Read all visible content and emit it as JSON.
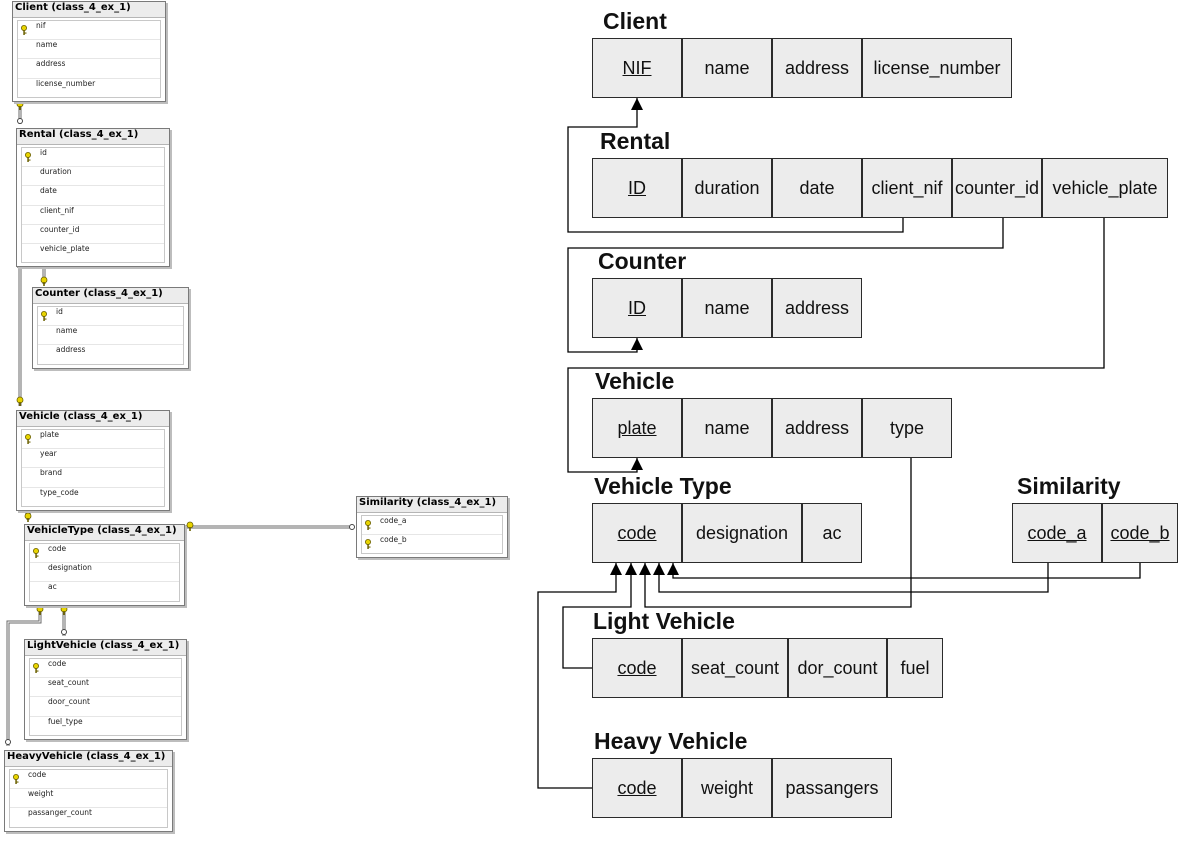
{
  "ssms_tables": [
    {
      "title": "Client (class_4_ex_1)",
      "columns": [
        {
          "name": "nif",
          "key": true
        },
        {
          "name": "name",
          "key": false
        },
        {
          "name": "address",
          "key": false
        },
        {
          "name": "license_number",
          "key": false
        }
      ]
    },
    {
      "title": "Rental (class_4_ex_1)",
      "columns": [
        {
          "name": "id",
          "key": true
        },
        {
          "name": "duration",
          "key": false
        },
        {
          "name": "date",
          "key": false
        },
        {
          "name": "client_nif",
          "key": false
        },
        {
          "name": "counter_id",
          "key": false
        },
        {
          "name": "vehicle_plate",
          "key": false
        }
      ]
    },
    {
      "title": "Counter (class_4_ex_1)",
      "columns": [
        {
          "name": "id",
          "key": true
        },
        {
          "name": "name",
          "key": false
        },
        {
          "name": "address",
          "key": false
        }
      ]
    },
    {
      "title": "Vehicle (class_4_ex_1)",
      "columns": [
        {
          "name": "plate",
          "key": true
        },
        {
          "name": "year",
          "key": false
        },
        {
          "name": "brand",
          "key": false
        },
        {
          "name": "type_code",
          "key": false
        }
      ]
    },
    {
      "title": "VehicleType (class_4_ex_1)",
      "columns": [
        {
          "name": "code",
          "key": true
        },
        {
          "name": "designation",
          "key": false
        },
        {
          "name": "ac",
          "key": false
        }
      ]
    },
    {
      "title": "Similarity (class_4_ex_1)",
      "columns": [
        {
          "name": "code_a",
          "key": true
        },
        {
          "name": "code_b",
          "key": true
        }
      ]
    },
    {
      "title": "LightVehicle (class_4_ex_1)",
      "columns": [
        {
          "name": "code",
          "key": true
        },
        {
          "name": "seat_count",
          "key": false
        },
        {
          "name": "door_count",
          "key": false
        },
        {
          "name": "fuel_type",
          "key": false
        }
      ]
    },
    {
      "title": "HeavyVehicle (class_4_ex_1)",
      "columns": [
        {
          "name": "code",
          "key": true
        },
        {
          "name": "weight",
          "key": false
        },
        {
          "name": "passanger_count",
          "key": false
        }
      ]
    }
  ],
  "relations": [
    {
      "title": "Client",
      "attributes": [
        {
          "name": "NIF",
          "pk": true
        },
        {
          "name": "name",
          "pk": false
        },
        {
          "name": "address",
          "pk": false
        },
        {
          "name": "license_number",
          "pk": false
        }
      ]
    },
    {
      "title": "Rental",
      "attributes": [
        {
          "name": "ID",
          "pk": true
        },
        {
          "name": "duration",
          "pk": false
        },
        {
          "name": "date",
          "pk": false
        },
        {
          "name": "client_nif",
          "pk": false
        },
        {
          "name": "counter_id",
          "pk": false
        },
        {
          "name": "vehicle_plate",
          "pk": false
        }
      ]
    },
    {
      "title": "Counter",
      "attributes": [
        {
          "name": "ID",
          "pk": true
        },
        {
          "name": "name",
          "pk": false
        },
        {
          "name": "address",
          "pk": false
        }
      ]
    },
    {
      "title": "Vehicle",
      "attributes": [
        {
          "name": "plate",
          "pk": true
        },
        {
          "name": "name",
          "pk": false
        },
        {
          "name": "address",
          "pk": false
        },
        {
          "name": "type",
          "pk": false
        }
      ]
    },
    {
      "title": "Vehicle Type",
      "attributes": [
        {
          "name": "code",
          "pk": true
        },
        {
          "name": "designation",
          "pk": false
        },
        {
          "name": "ac",
          "pk": false
        }
      ]
    },
    {
      "title": "Similarity",
      "attributes": [
        {
          "name": "code_a",
          "pk": true
        },
        {
          "name": "code_b",
          "pk": true
        }
      ]
    },
    {
      "title": "Light Vehicle",
      "attributes": [
        {
          "name": "code",
          "pk": true
        },
        {
          "name": "seat_count",
          "pk": false
        },
        {
          "name": "dor_count",
          "pk": false
        },
        {
          "name": "fuel",
          "pk": false
        }
      ]
    },
    {
      "title": "Heavy Vehicle",
      "attributes": [
        {
          "name": "code",
          "pk": true
        },
        {
          "name": "weight",
          "pk": false
        },
        {
          "name": "passangers",
          "pk": false
        }
      ]
    }
  ],
  "colors": {
    "key_icon": "#e8d400",
    "cell_fill": "#ececec",
    "border": "#2b2b2b",
    "connector": "#000000"
  },
  "icons": {
    "primary_key": "key-icon",
    "relationship_end": "key-icon"
  }
}
